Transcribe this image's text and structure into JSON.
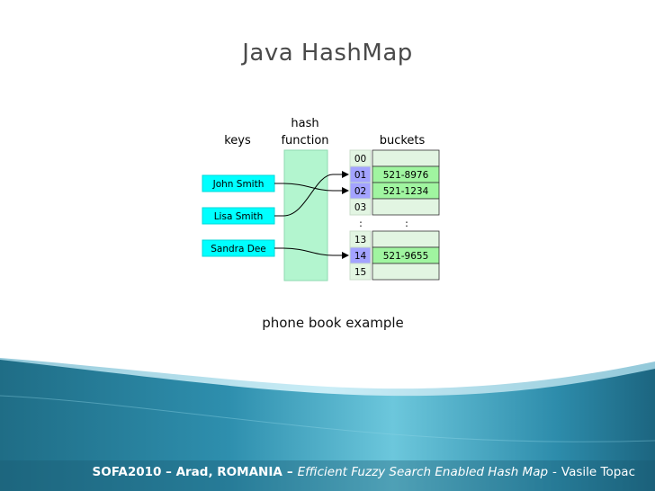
{
  "slide": {
    "title": "Java HashMap",
    "caption": "phone book example"
  },
  "diagram": {
    "headers": {
      "keys": "keys",
      "hash_line1": "hash",
      "hash_line2": "function",
      "buckets": "buckets"
    },
    "keys": [
      "John Smith",
      "Lisa Smith",
      "Sandra Dee"
    ],
    "bucket_indices": [
      "00",
      "01",
      "02",
      "03",
      ":",
      "13",
      "14",
      "15"
    ],
    "bucket_values": [
      "",
      "521-8976",
      "521-1234",
      "",
      ":",
      "",
      "521-9655",
      ""
    ],
    "mappings": [
      {
        "key": "John Smith",
        "bucket": "02"
      },
      {
        "key": "Lisa Smith",
        "bucket": "01"
      },
      {
        "key": "Sandra Dee",
        "bucket": "14"
      }
    ],
    "colors": {
      "key_fill": "#00ffff",
      "hash_fill": "#b3f5cf",
      "bucket_empty": "#e2f5e2",
      "bucket_filled": "#a0f5a0",
      "index_highlight": "#a3a3ff",
      "index_plain": "#e2f5e2"
    }
  },
  "footer": {
    "conference": "SOFA2010 – Arad, ROMANIA",
    "separator": "–",
    "talk_title": "Efficient Fuzzy Search Enabled Hash Map",
    "separator2": "-",
    "author": "Vasile Topac"
  }
}
